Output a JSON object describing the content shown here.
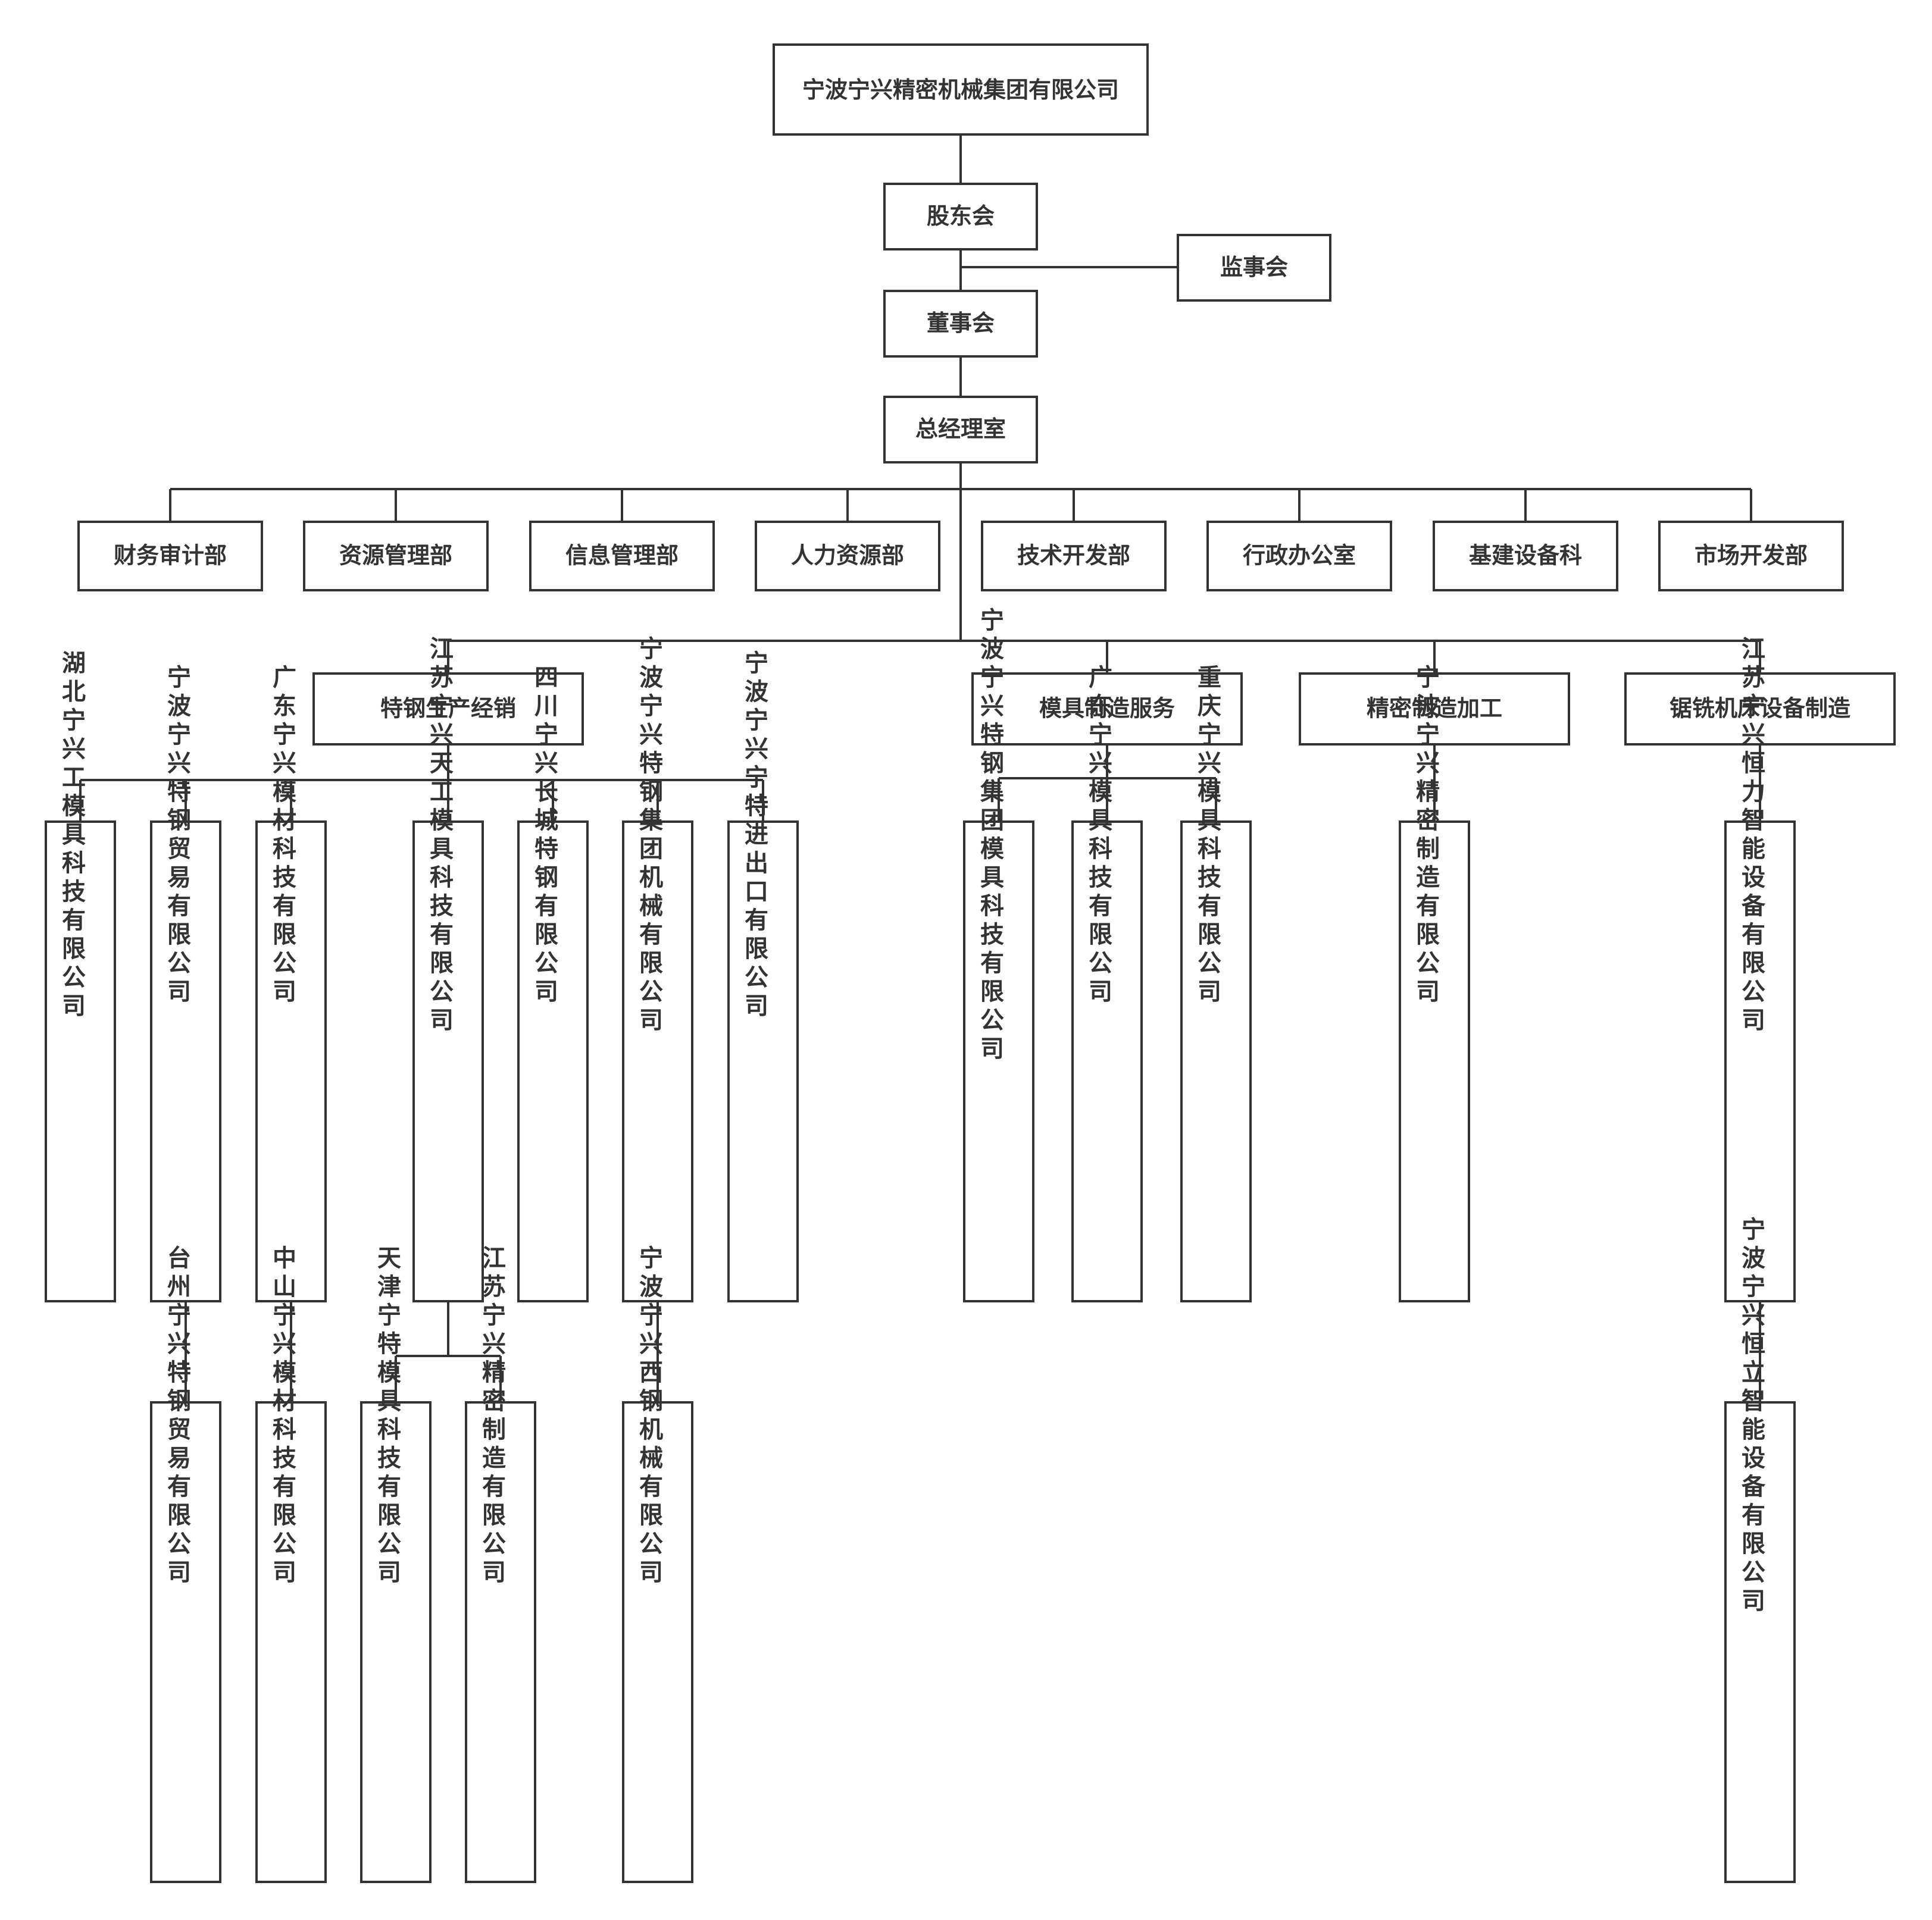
{
  "root": "宁波宁兴精密机械集团有限公司",
  "shareholders": "股东会",
  "supervisors": "监事会",
  "board": "董事会",
  "gm_office": "总经理室",
  "departments": [
    "财务审计部",
    "资源管理部",
    "信息管理部",
    "人力资源部",
    "技术开发部",
    "行政办公室",
    "基建设备科",
    "市场开发部"
  ],
  "divisions": [
    "特钢生产经销",
    "模具制造服务",
    "精密制造加工",
    "锯铣机床设备制造"
  ],
  "companies": [
    "湖北宁兴工模具科技有限公司",
    "宁波宁兴特钢贸易有限公司",
    "广东宁兴模材科技有限公司",
    "江苏宁兴天工模具科技有限公司",
    "四川宁兴长城特钢有限公司",
    "宁波宁兴特钢集团机械有限公司",
    "宁波宁兴宁特进出口有限公司",
    "宁波宁兴特钢集团模具科技有限公司",
    "广东宁兴模具科技有限公司",
    "重庆宁兴模具科技有限公司",
    "宁波宁兴精密制造有限公司",
    "江苏宁兴恒力智能设备有限公司"
  ],
  "subsidiaries": [
    "台州宁兴特钢贸易有限公司",
    "中山宁兴模材科技有限公司",
    "天津宁特模具科技有限公司",
    "江苏宁兴精密制造有限公司",
    "宁波宁兴西钢机械有限公司",
    "宁波宁兴恒立智能设备有限公司"
  ]
}
